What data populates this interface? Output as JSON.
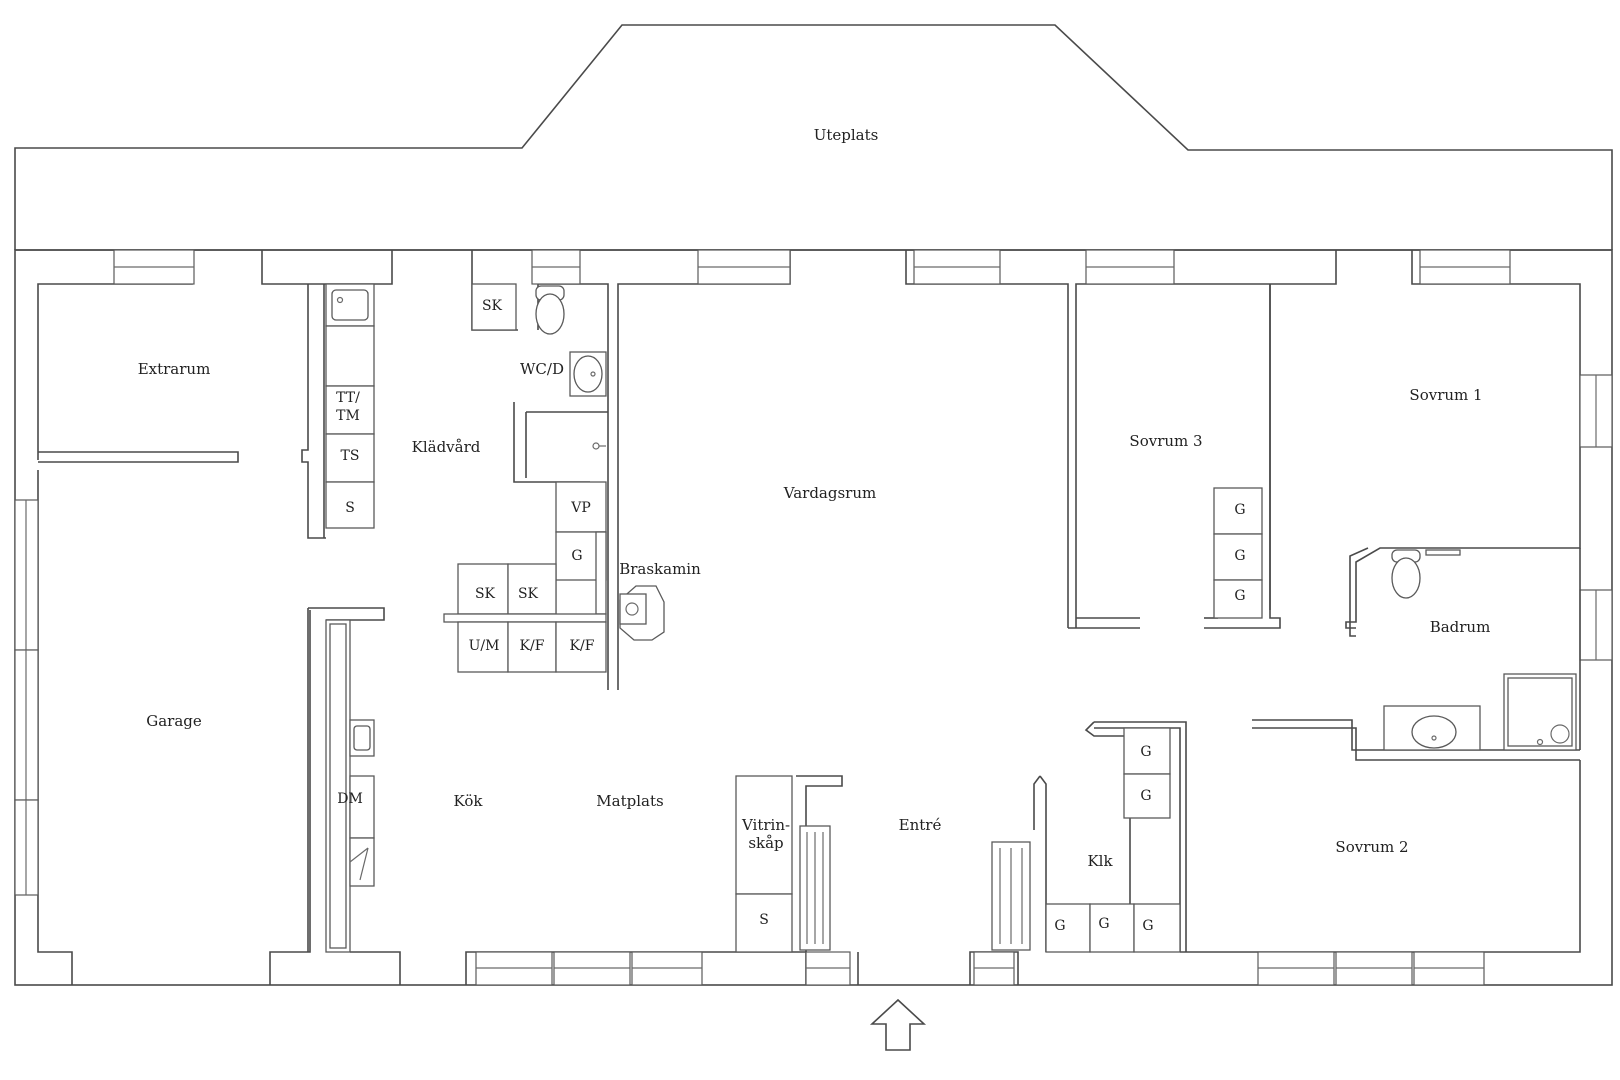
{
  "rooms": {
    "uteplats": "Uteplats",
    "extrarum": "Extrarum",
    "garage": "Garage",
    "kladvard": "Klädvård",
    "wcd": "WC/D",
    "vardagsrum": "Vardagsrum",
    "braskamin": "Braskamin",
    "sovrum3": "Sovrum 3",
    "sovrum1": "Sovrum 1",
    "badrum": "Badrum",
    "sovrum2": "Sovrum 2",
    "kok": "Kök",
    "matplats": "Matplats",
    "entre": "Entré",
    "klk": "Klk",
    "vitrinskap_1": "Vitrin-",
    "vitrinskap_2": "skåp"
  },
  "fixtures": {
    "sk": "SK",
    "tt_tm_1": "TT/",
    "tt_tm_2": "TM",
    "ts": "TS",
    "s": "S",
    "vp": "VP",
    "g": "G",
    "um": "U/M",
    "kf": "K/F",
    "dm": "DM"
  }
}
